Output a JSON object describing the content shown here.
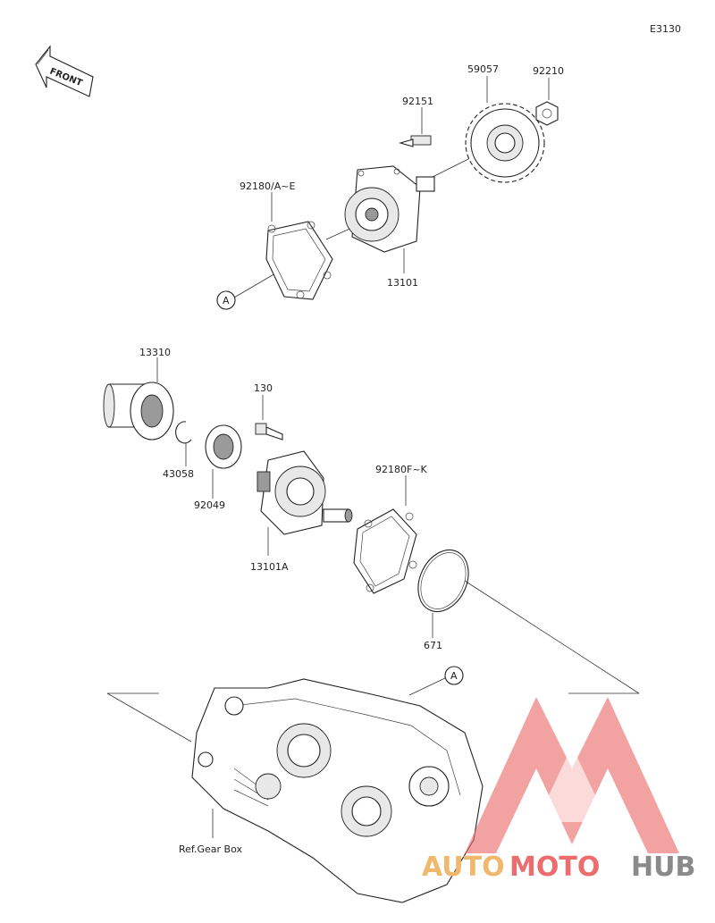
{
  "diagram": {
    "code": "E3130",
    "front_label": "FRONT",
    "ref_label": "Ref.Gear Box",
    "callout_a": "A",
    "part_numbers": {
      "p59057": "59057",
      "p92210": "92210",
      "p92151": "92151",
      "p92180ae": "92180/A~E",
      "p13101": "13101",
      "p13310": "13310",
      "p130": "130",
      "p43058": "43058",
      "p92049": "92049",
      "p92180fk": "92180F~K",
      "p13101a": "13101A",
      "p671": "671"
    }
  },
  "watermark": {
    "word1": "AUTO",
    "word2": "MOTO",
    "word3": "HUB",
    "colors": {
      "auto": "#f0b86c",
      "moto": "#ec6d6d",
      "hub": "#8a8a8a",
      "logo": "#ec6d6d"
    }
  }
}
